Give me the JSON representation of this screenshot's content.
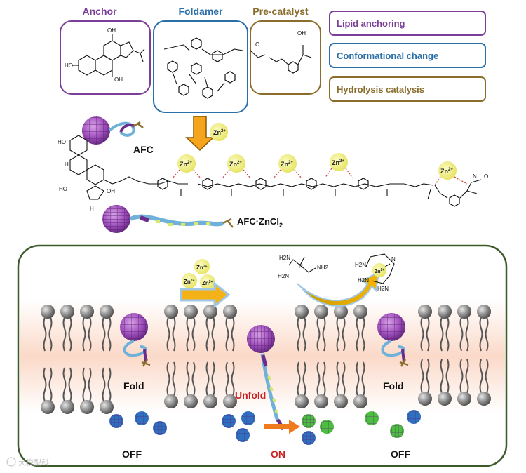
{
  "modules": {
    "anchor": "Anchor",
    "foldamer": "Foldamer",
    "precatalyst": "Pre-catalyst"
  },
  "legend": {
    "lipid": "Lipid anchoring",
    "conformation": "Conformational change",
    "hydrolysis": "Hydrolysis catalysis"
  },
  "ion": {
    "zn": "Zn",
    "charge": "2+"
  },
  "species": {
    "afc": "AFC",
    "complex_prefix": "AFC·ZnCl",
    "complex_sub": "2"
  },
  "states": {
    "fold_left": "Fold",
    "unfold": "Unfold",
    "fold_right": "Fold",
    "off_left": "OFF",
    "on": "ON",
    "off_right": "OFF"
  },
  "chem": {
    "oh": "OH",
    "ho": "HO",
    "h": "H",
    "n": "N",
    "nh2": "NH2",
    "h2n": "H2N",
    "o": "O",
    "nh": "N",
    "hn": "H"
  },
  "watermark": "大模型科",
  "colors": {
    "anchor": "#7b3f98",
    "foldamer": "#2a6fa8",
    "precatalyst": "#8a6d2c",
    "zn_fill": "#f3f38a",
    "arrow": "#f4a51c",
    "unfold": "#cc1f1f",
    "on": "#cc1f1f",
    "panel_border": "#3c5a2a"
  }
}
